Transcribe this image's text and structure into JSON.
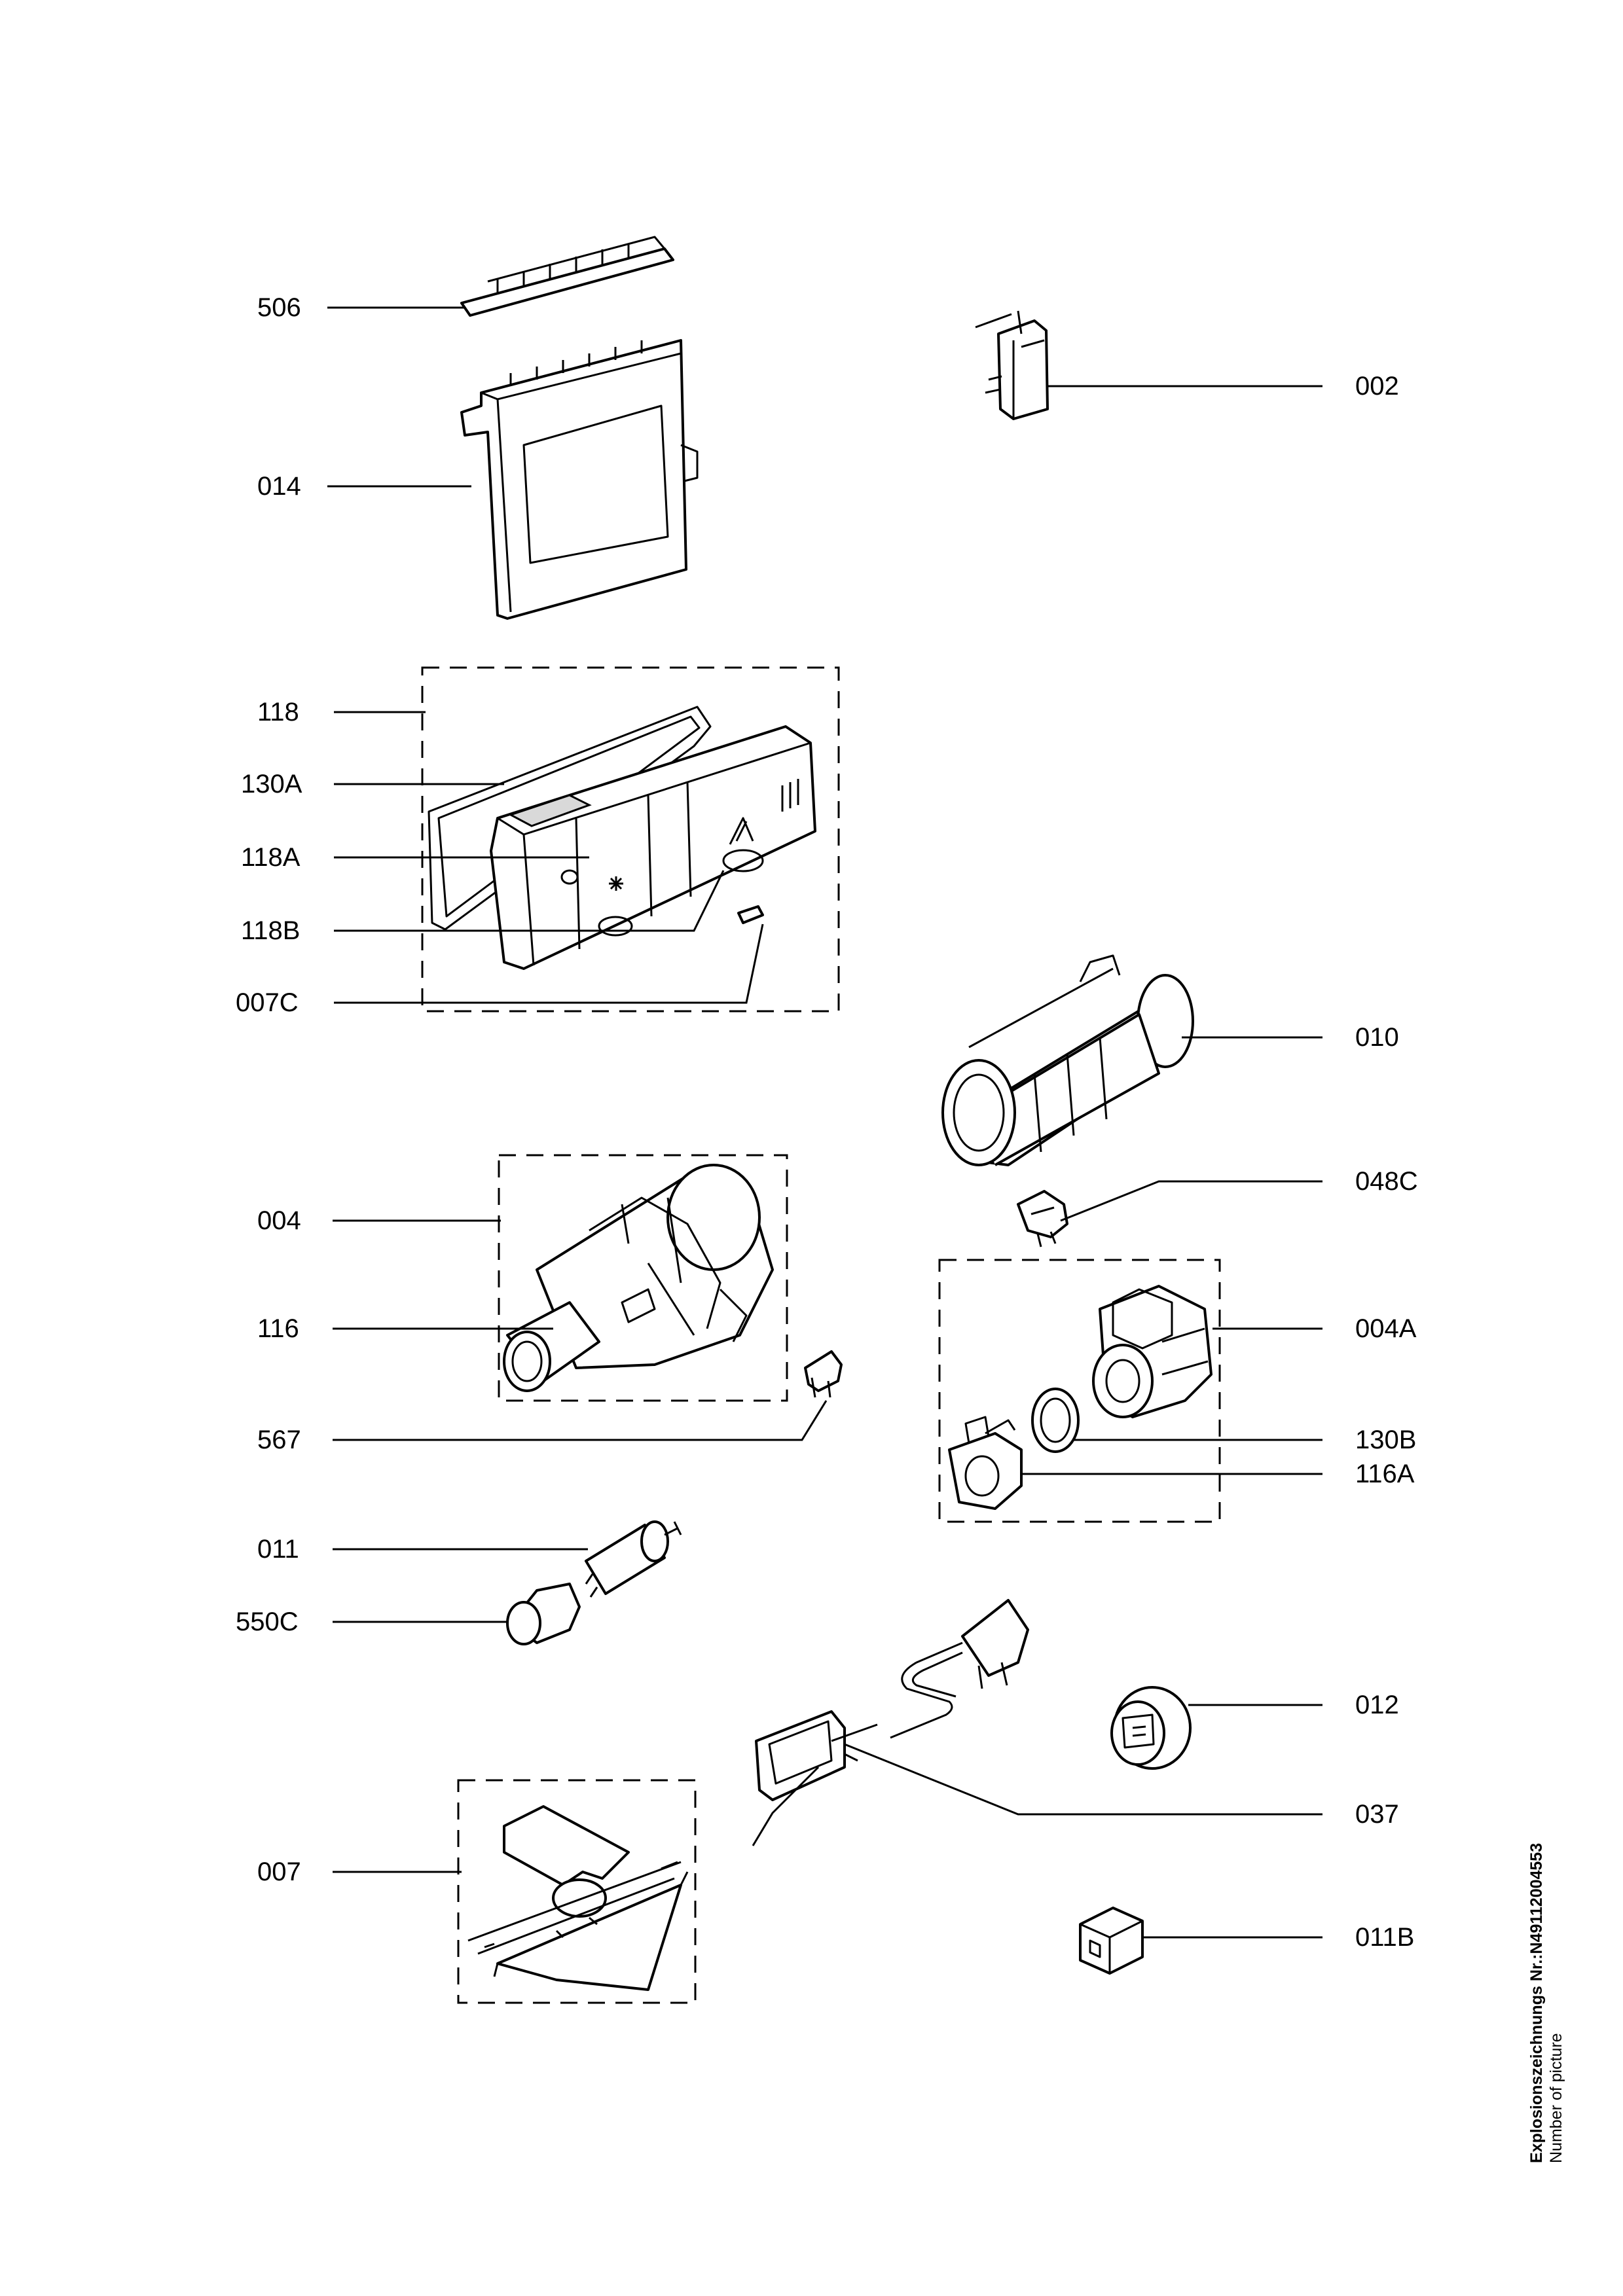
{
  "labels": {
    "p506": "506",
    "p014": "014",
    "p002": "002",
    "p118": "118",
    "p130A": "130A",
    "p118A": "118A",
    "p118B": "118B",
    "p007C": "007C",
    "p010": "010",
    "p004": "004",
    "p048C": "048C",
    "p116": "116",
    "p004A": "004A",
    "p567": "567",
    "p130B": "130B",
    "p116A": "116A",
    "p011": "011",
    "p550C": "550C",
    "p012": "012",
    "p037": "037",
    "p007": "007",
    "p011B": "011B"
  },
  "footer": {
    "line1": "Explosionszeichnungs  Nr.:N49112004553",
    "line2": "Number of picture"
  }
}
